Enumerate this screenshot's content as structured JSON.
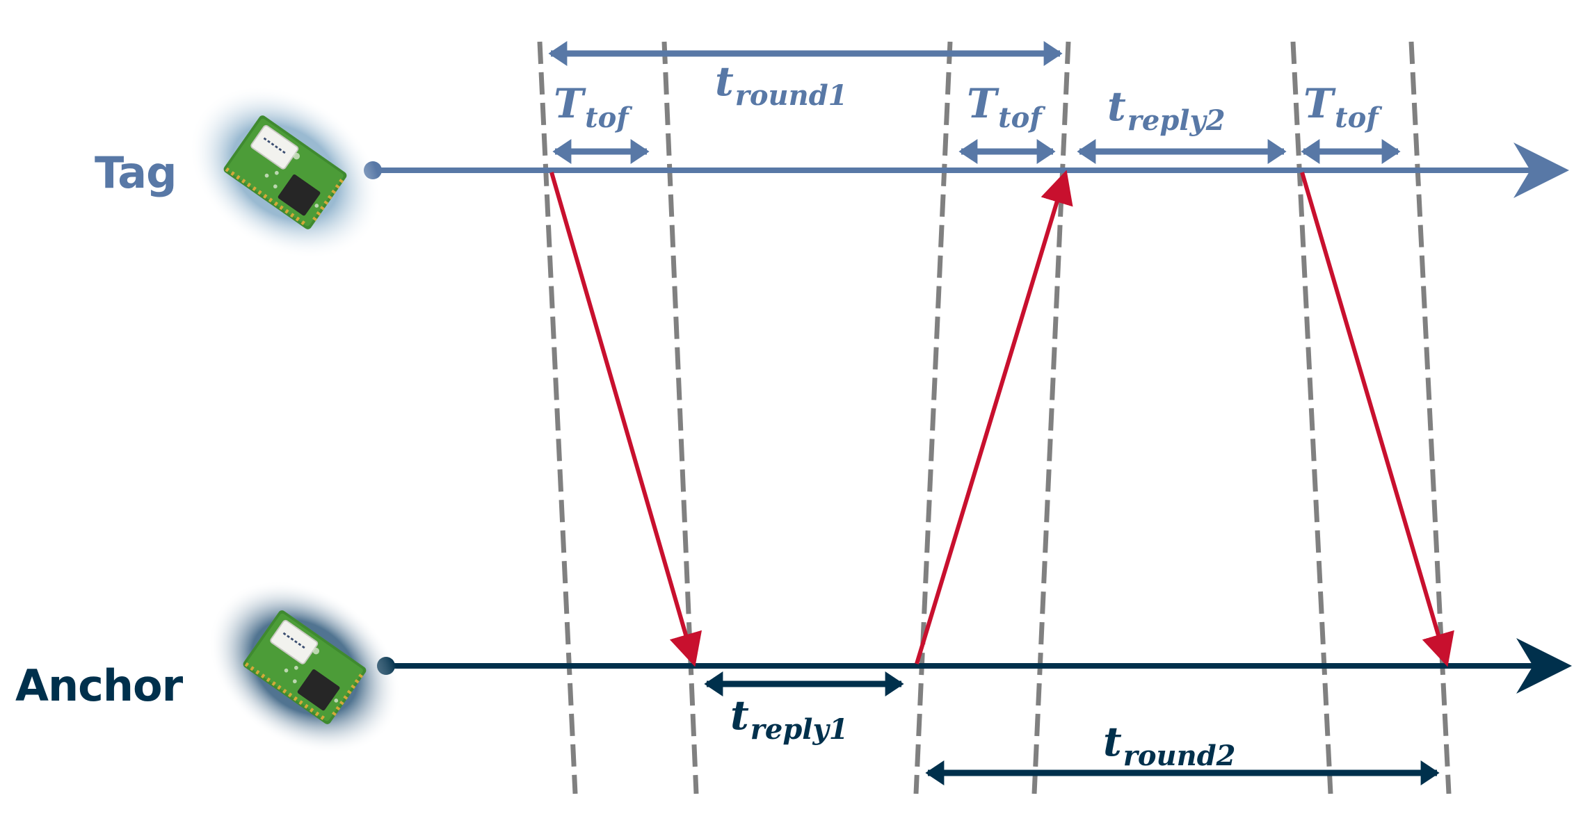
{
  "diagram": {
    "type": "sequence/timing diagram",
    "subject": "Double-sided two-way ranging between Tag and Anchor",
    "colors": {
      "tag": "#5878a6",
      "anchor": "#00304c",
      "message": "#c8102e",
      "guide": "#808080"
    },
    "nodes": {
      "tag": {
        "label": "Tag",
        "icon": "uwb-module-chip-icon"
      },
      "anchor": {
        "label": "Anchor",
        "icon": "uwb-module-chip-icon"
      }
    },
    "tag_intervals": [
      {
        "id": "tround1",
        "main": "t",
        "sub": "round1"
      },
      {
        "id": "ttof1",
        "main": "T",
        "sub": "tof"
      },
      {
        "id": "ttof2",
        "main": "T",
        "sub": "tof"
      },
      {
        "id": "treply2",
        "main": "t",
        "sub": "reply2"
      },
      {
        "id": "ttof3",
        "main": "T",
        "sub": "tof"
      }
    ],
    "anchor_intervals": [
      {
        "id": "treply1",
        "main": "t",
        "sub": "reply1"
      },
      {
        "id": "tround2",
        "main": "t",
        "sub": "round2"
      }
    ],
    "messages": [
      {
        "from": "Tag",
        "to": "Anchor",
        "order": 1
      },
      {
        "from": "Anchor",
        "to": "Tag",
        "order": 2
      },
      {
        "from": "Tag",
        "to": "Anchor",
        "order": 3
      }
    ]
  }
}
